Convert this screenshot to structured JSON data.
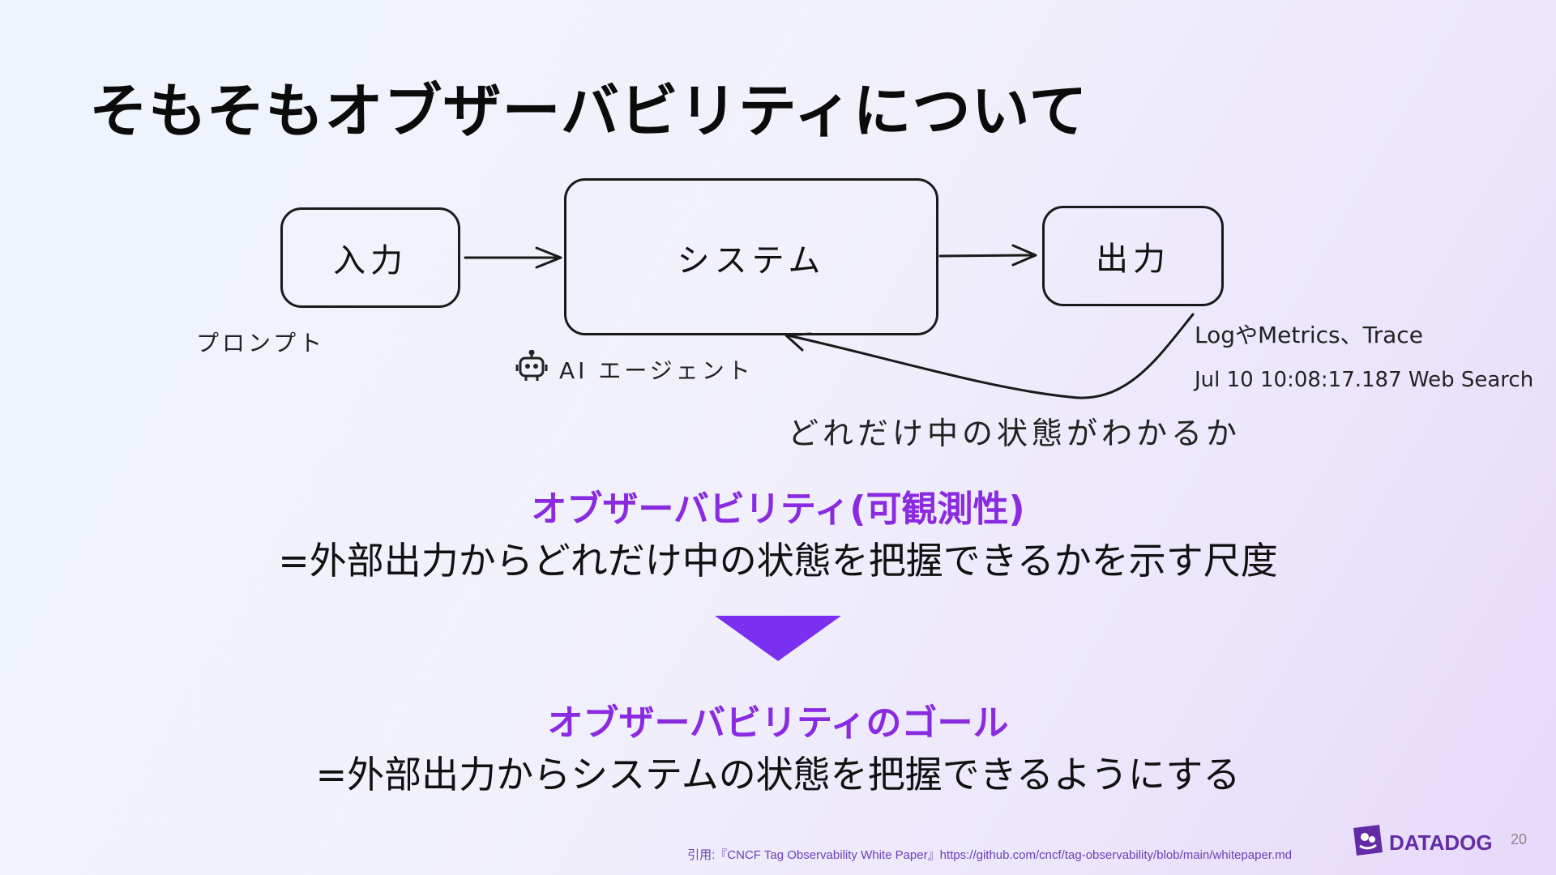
{
  "slide": {
    "title": "そもそもオブザーバビリティについて",
    "page_number": "20"
  },
  "diagram": {
    "input_label": "入力",
    "system_label": "システム",
    "output_label": "出力",
    "input_note": "プロンプト",
    "system_note": "AI エージェント",
    "output_note_1": "LogやMetrics、Trace",
    "output_note_2": "Jul 10 10:08:17.187 Web Search",
    "feedback_note": "どれだけ中の状態がわかるか"
  },
  "definition": {
    "headline": "オブザーバビリティ(可観測性)",
    "text": "=外部出力からどれだけ中の状態を把握できるかを示す尺度"
  },
  "goal": {
    "headline": "オブザーバビリティのゴール",
    "text": "=外部出力からシステムの状態を把握できるようにする"
  },
  "footer": {
    "citation": "引用:『CNCF Tag Observability White Paper』https://github.com/cncf/tag-observability/blob/main/whitepaper.md",
    "logo_text": "DATADOG"
  },
  "colors": {
    "accent": "#8a2be2",
    "arrow_down": "#7b2ff0",
    "brand": "#632ca6"
  },
  "icons": {
    "robot": "robot-icon",
    "logo": "datadog-dog-icon",
    "down": "down-triangle-icon"
  }
}
